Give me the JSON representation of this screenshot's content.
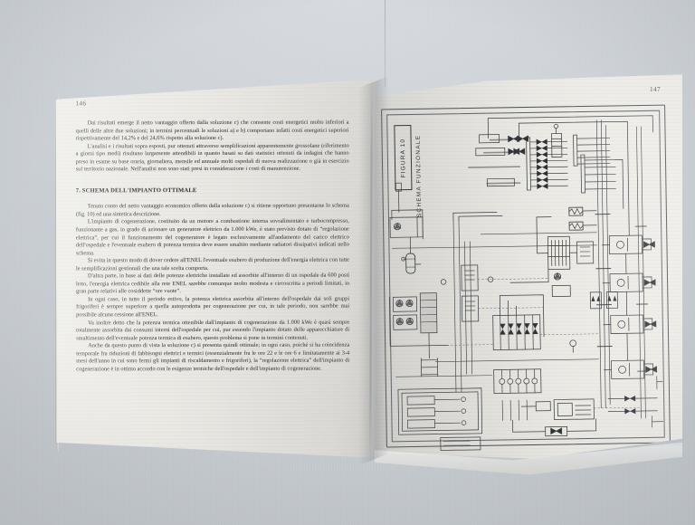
{
  "scene": {
    "description": "Photograph of an open book on a light grey surface",
    "background_color": "#ccd1d6",
    "paper_color": "#eceae5",
    "ink_color": "#2c2c2e"
  },
  "left_page": {
    "folio": "146",
    "paragraphs": [
      "Dai risultati emerge il netto vantaggio offerto dalla soluzione c) che consente costi energetici molto inferiori a quelli delle altre due soluzioni; in termini percentuali le soluzioni a) e b) comportano infatti costi energetici superiori rispettivamente del 14,2% e del 24,6% rispetto alla soluzione c).",
      "L'analisi e i risultati sopra esposti, pur ottenuti attraverso semplificazioni apparentemente grossolane (riferimento a giorni tipo medi) risultano largamente attendibili in quanto basati su dati statistici ottenuti da indagini che hanno preso in esame su base oraria, giornaliera, mensile ed annuale molti ospedali di nuova realizzazione o già in esercizio sul territorio nazionale. Nell'analisi non sono stati presi in considerazione i costi di manutenzione."
    ],
    "heading": "7.  SCHEMA DELL'IMPIANTO OTTIMALE",
    "paragraphs_after_heading": [
      "Tenuto conto del netto vantaggio economico offerto dalla soluzione c) si ritiene opportuno presentarne lo schema (fig. 10) ed una sintetica descrizione.",
      "L'impianto di cogenerazione, costituito da un motore a combustione interna sovralimentato e turbocompresso, funzionante a gas, in grado di azionare un generatore elettrico da 1.000 kWe, è stato previsto dotato di “regolazione elettrica”, per cui il funzionamento del cogeneratore è legato esclusivamente all'andamento del carico elettrico dell'ospedale e l'eventuale esubero di potenza termica deve essere smaltito mediante radiatori dissipativi indicati nello schema.",
      "Si evita in questo modo di dover cedere all'ENEL l'eventuale esubero di produzione dell'energia elettrica con tutte le semplificazioni gestionali che una tale scelta comporta.",
      "D'altra parte, in base ai dati delle potenze elettriche installate ed assorbite all'interno di un ospedale da 600 posti letto, l'energia elettrica cedibile alla rete ENEL sarebbe comunque molto modesta e circoscritta a periodi limitati, in gran parte relativi alle cosiddette “ore vuote”.",
      "In ogni caso, in tutto il periodo estivo, la potenza elettrica assorbita all'interno dell'ospedale dai soli gruppi frigoriferi è sempre superiore a quella autoprodotta per cogenerazione per cui, in tale periodo, non sarebbe mai possibile alcuna cessione all'ENEL.",
      "Va inoltre detto che la potenza termica ottenibile dall'impianto di cogenerazione da 1.000 kWe è quasi sempre totalmente assorbita dai consumi interni dell'ospedale per cui, pur essendo l'impianto dotato delle apparecchiature di smaltimento dell'eventuale potenza termica di esubero, questo problema si pone in termini contenuti.",
      "Anche da questo punto di vista la soluzione c) si presenta quindi ottimale; in ogni caso, poiché si ha coincidenza temporale fra riduzioni di fabbisogni elettrici e termici (essenzialmente fra le ore 22 e le ore 6 e limitatamente ai 3-4 mesi dell'anno in cui sono fermi gli impianti di riscaldamento e frigoriferi), la “regolazione elettrica” dell'impianto di cogenerazione è in ottimo accordo con le esigenze termiche dell'ospedale e dell'impianto di cogenerazione."
    ]
  },
  "right_page": {
    "folio": "147",
    "figure": {
      "title": "FIGURA 10",
      "subtitle": "SCHEMA FUNZIONALE",
      "type": "technical-schematic",
      "caption_orientation": "rotated-90",
      "note": "Dense piping and instrumentation / functional diagram of a hospital cogeneration plant, drawn as a line schematic inside a double rectangular border."
    }
  }
}
